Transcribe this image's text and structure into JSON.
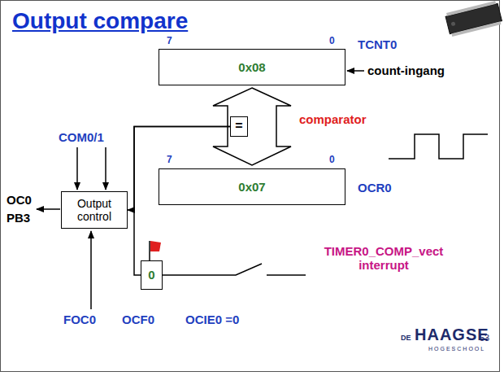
{
  "diagram": {
    "title": "Output compare",
    "nodes": [
      {
        "text": [
          "0x08"
        ]
      },
      {
        "text": [
          "="
        ]
      },
      {
        "text": [
          "0x07"
        ]
      },
      {
        "text": [
          "Output control"
        ]
      },
      {
        "text": [
          "0"
        ]
      }
    ],
    "edges": [
      {
        "from": 1,
        "to": 3,
        "arrow": "to"
      },
      {
        "from": 1,
        "to": 4,
        "arrow": "none"
      }
    ],
    "labels": [
      "7",
      "0",
      "TCNT0",
      "count-ingang",
      "comparator",
      "COM0/1",
      "7",
      "0",
      "OCR0",
      "OC0",
      "PB3",
      "FOC0",
      "OCF0",
      "OCIE0 =0",
      "TIMER0_COMP_vect interrupt",
      "DE",
      "HAAGSE",
      "HOGESCHOOL",
      "53"
    ]
  }
}
